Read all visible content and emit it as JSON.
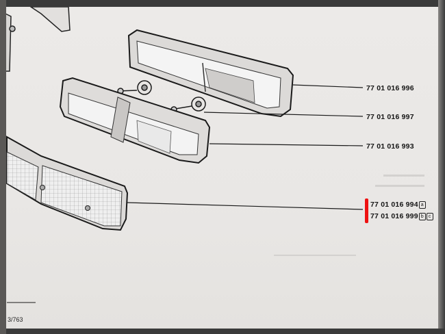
{
  "parts": [
    {
      "number": "77 01 016 996",
      "codes": []
    },
    {
      "number": "77 01 016 997",
      "codes": []
    },
    {
      "number": "77 01 016 993",
      "codes": []
    },
    {
      "number": "77 01 016 994",
      "codes": [
        "a"
      ]
    },
    {
      "number": "77 01 016 999",
      "codes": [
        "b",
        "c"
      ]
    }
  ],
  "footer": {
    "page_ref": "3/763"
  },
  "colors": {
    "paper": "#eceae8",
    "ink": "#151515",
    "highlight": "#ee1111"
  }
}
